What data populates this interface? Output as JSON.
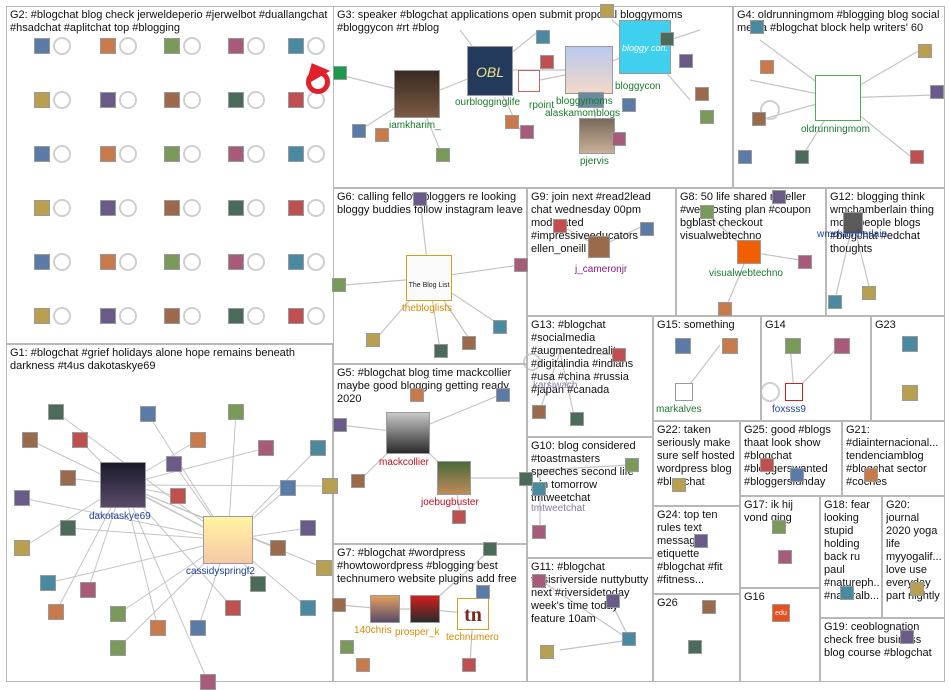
{
  "groups": [
    {
      "id": "G2",
      "label": "G2: #blogchat blog check jerweldeperio #jerwelbot #duallangchat #hsadchat #aplitchat top #blogging"
    },
    {
      "id": "G3",
      "label": "G3: speaker #blogchat applications open submit proposal bloggymoms #bloggycon #rt #blog"
    },
    {
      "id": "G4",
      "label": "G4: oldrunningmom #blogging blog social media #blogchat block help writers' 60"
    },
    {
      "id": "G6",
      "label": "G6: calling fellow bloggers re looking bloggy buddies follow instagram leave"
    },
    {
      "id": "G9",
      "label": "G9: join next #read2lead chat wednesday 00pm moderated #impressiveeducators ellen_oneill"
    },
    {
      "id": "G8",
      "label": "G8: 50 life shared reseller #webhosting plan #coupon bgblast checkout visualwebtechno"
    },
    {
      "id": "G12",
      "label": "G12: blogging think wmchamberlain thing more people blogs #blogchat #edchat thoughts"
    },
    {
      "id": "G1",
      "label": "G1: #blogchat #grief holidays alone hope remains beneath darkness #t4us dakotaskye69"
    },
    {
      "id": "G13",
      "label": "G13: #blogchat #socialmedia #augmentedreality #digitalindia #indians #usa #china #russia #japan #canada"
    },
    {
      "id": "G15",
      "label": "G15: something"
    },
    {
      "id": "G14",
      "label": "G14"
    },
    {
      "id": "G23",
      "label": "G23"
    },
    {
      "id": "G5",
      "label": "G5: #blogchat blog time mackcollier maybe good blogging getting ready 2020"
    },
    {
      "id": "G10",
      "label": "G10: blog considered #toastmasters speeches second life join tomorrow tmtweetchat"
    },
    {
      "id": "G22",
      "label": "G22: taken seriously make sure self hosted wordpress blog #blogchat"
    },
    {
      "id": "G25",
      "label": "G25: good #blogs thaat look show #blogchat #bloggerswanted #bloggersfunday"
    },
    {
      "id": "G21",
      "label": "G21: #diainternacional... tendenciamblog #blogchat sector #coches"
    },
    {
      "id": "G24",
      "label": "G24: top ten rules text message etiquette #blogchat #fit #fitness..."
    },
    {
      "id": "G17",
      "label": "G17: ik hij vond ging"
    },
    {
      "id": "G18",
      "label": "G18: fear looking stupid holding back ru paul #natureph... #naturalb..."
    },
    {
      "id": "G20",
      "label": "G20: journal 2020 yoga life myyogalif... love use everyday part nightly"
    },
    {
      "id": "G7",
      "label": "G7: #blogchat #wordpress #howtowordpress #blogging best technumero website plugins add free"
    },
    {
      "id": "G11",
      "label": "G11: #blogchat thisisriverside nuttybutty next #riversidetoday week's time today feature 10am"
    },
    {
      "id": "G26",
      "label": "G26"
    },
    {
      "id": "G16",
      "label": "G16"
    },
    {
      "id": "G19",
      "label": "G19: ceoblognation check free business blog course #blogchat"
    }
  ],
  "node_labels": {
    "iamkharim": "iamkharim_",
    "ourblogginglife": "ourblogginglife",
    "bloggymoms": "bloggymoms",
    "bloggycon": "bloggycon",
    "alaskamomblogs": "alaskamomblogs",
    "pjervis": "pjervis",
    "rpoint": "rpoint",
    "oldrunningmom": "oldrunningmom",
    "thebloglists": "thebloglists",
    "j_cameronjr": "j_cameronjr",
    "visualwebtechno": "visualwebtechno",
    "wmchamberlain": "wmchamberlain",
    "dakotaskye69": "dakotaskye69",
    "cassidyspringf2": "cassidyspringf2",
    "markalves": "markalves",
    "foxsss9": "foxsss9",
    "mackcollier": "mackcollier",
    "joebugbuster": "joebugbuster",
    "karsiwach": "karsiwach",
    "tmtweetchat": "tmtweetchat",
    "140chris": "140chris",
    "prosper_k": "prosper_k",
    "technumero": "technumero"
  },
  "logo_text": {
    "ourblogginglife": "OBL",
    "bloggycon": "bloggy con.",
    "thebloglists": "The Blog List",
    "technumero": "tn",
    "g16": "edu"
  },
  "colors": {
    "border": "#b8b8b8",
    "edge": "#c0c0c0",
    "label_green": "#1a7a2c",
    "label_blue": "#1f3f9f",
    "label_red": "#c0101c",
    "label_purple": "#8a1a8a",
    "label_orange": "#d98b00",
    "accent_red": "#e0202a",
    "bloggycon_cyan": "#3fd0f0",
    "yellow_sticky": "#fff7a8"
  }
}
